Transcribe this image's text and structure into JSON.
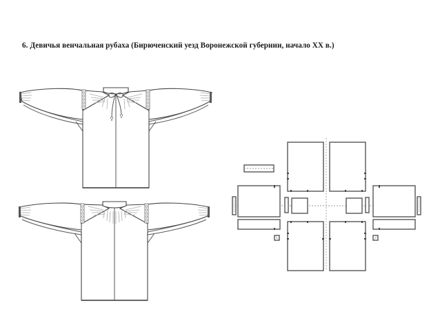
{
  "figure": {
    "title": "6. Девичья венчальная рубаха (Бирюченский уезд Воронежской губернии, начало XX в.)",
    "number": "6",
    "views": [
      {
        "id": "front-view",
        "label": "front view of shirt with tied collar"
      },
      {
        "id": "back-view",
        "label": "back view of shirt with gathered neck"
      }
    ],
    "pattern": {
      "label": "cutting layout",
      "pieces": [
        "collar-band",
        "sleeve-left",
        "sleeve-right",
        "cuff-left",
        "cuff-right",
        "front-top-left",
        "front-top-right",
        "front-bottom-left",
        "front-bottom-right",
        "shoulder-insert-left",
        "shoulder-insert-right",
        "gusset-left",
        "gusset-right",
        "strip-left",
        "strip-right"
      ]
    },
    "colors": {
      "line": "#555555",
      "background": "#ffffff",
      "text": "#1a1a1a"
    }
  }
}
